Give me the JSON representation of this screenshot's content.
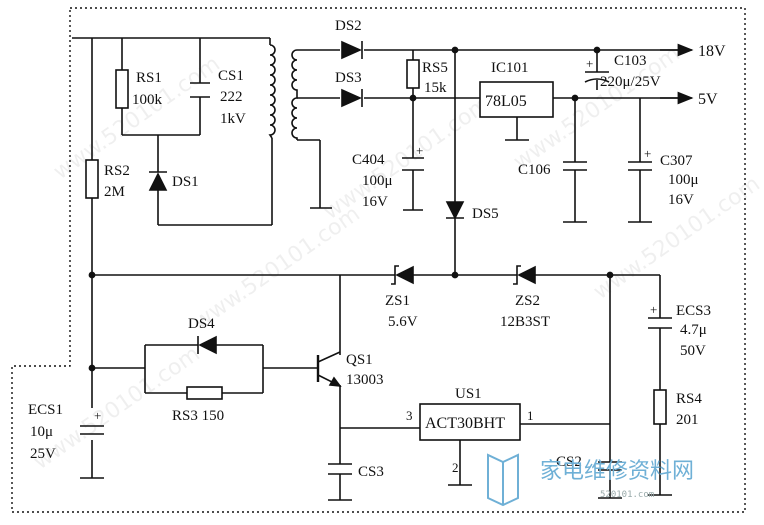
{
  "components": {
    "ds2": "DS2",
    "ds3": "DS3",
    "ds1": "DS1",
    "ds4": "DS4",
    "ds5": "DS5",
    "rs1": "RS1",
    "rs1_val": "100k",
    "cs1": "CS1",
    "cs1_val1": "222",
    "cs1_val2": "1kV",
    "rs2": "RS2",
    "rs2_val": "2M",
    "rs5": "RS5",
    "rs5_val": "15k",
    "ic101": "IC101",
    "ic101_part": "78L05",
    "c103": "C103",
    "c103_val": "220μ/25V",
    "c404": "C404",
    "c404_val1": "100μ",
    "c404_val2": "16V",
    "c106": "C106",
    "c307": "C307",
    "c307_val1": "100μ",
    "c307_val2": "16V",
    "zs1": "ZS1",
    "zs1_val": "5.6V",
    "zs2": "ZS2",
    "zs2_val": "12B3ST",
    "ecs3": "ECS3",
    "ecs3_val1": "4.7μ",
    "ecs3_val2": "50V",
    "qs1": "QS1",
    "qs1_part": "13003",
    "rs3": "RS3 150",
    "ecs1": "ECS1",
    "ecs1_val1": "10μ",
    "ecs1_val2": "25V",
    "us1": "US1",
    "us1_part": "ACT30BHT",
    "us1_pin3": "3",
    "us1_pin1": "1",
    "us1_pin2": "2",
    "rs4": "RS4",
    "rs4_val": "201",
    "cs3": "CS3",
    "cs2": "CS2"
  },
  "outputs": {
    "v18": "18V",
    "v5": "5V"
  },
  "watermark": {
    "text": "www.520101.com",
    "logo": "家电维修资料网",
    "logo_sub": "520101.com"
  }
}
